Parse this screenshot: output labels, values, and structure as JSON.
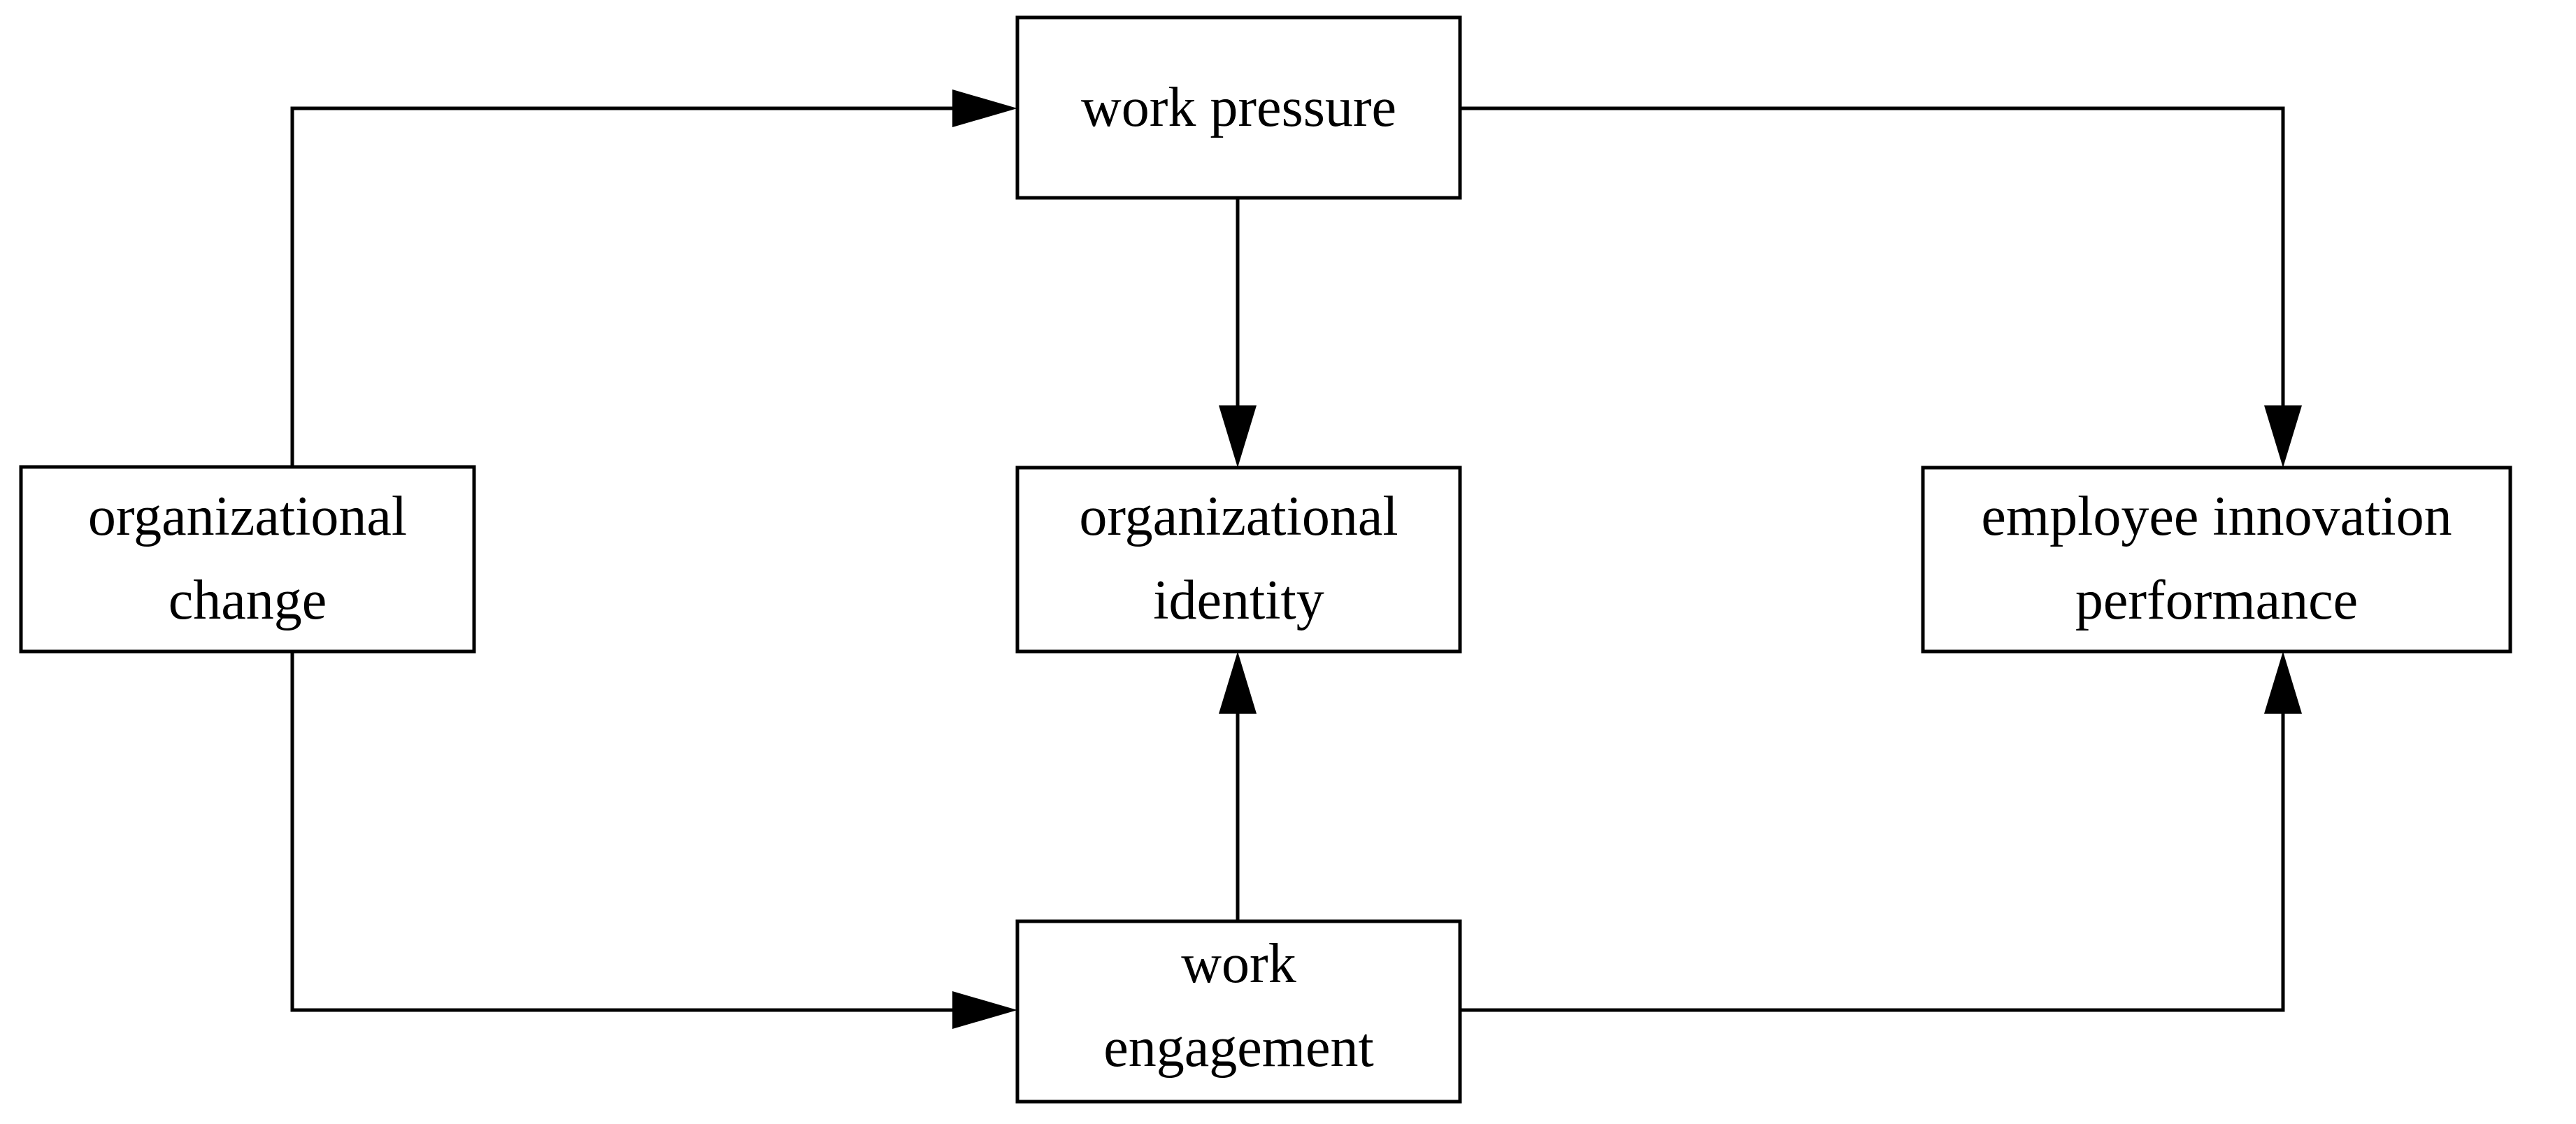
{
  "nodes": {
    "work_pressure": {
      "lines": [
        "work pressure"
      ]
    },
    "organizational_change": {
      "lines": [
        "organizational",
        "change"
      ]
    },
    "organizational_identity": {
      "lines": [
        "organizational",
        "identity"
      ]
    },
    "employee_innovation_performance": {
      "lines": [
        "employee innovation",
        "performance"
      ]
    },
    "work_engagement": {
      "lines": [
        "work",
        "engagement"
      ]
    }
  },
  "edges": [
    {
      "from": "organizational_change",
      "to": "work_pressure"
    },
    {
      "from": "organizational_change",
      "to": "work_engagement"
    },
    {
      "from": "work_pressure",
      "to": "organizational_identity"
    },
    {
      "from": "work_engagement",
      "to": "organizational_identity"
    },
    {
      "from": "work_pressure",
      "to": "employee_innovation_performance"
    },
    {
      "from": "work_engagement",
      "to": "employee_innovation_performance"
    }
  ]
}
